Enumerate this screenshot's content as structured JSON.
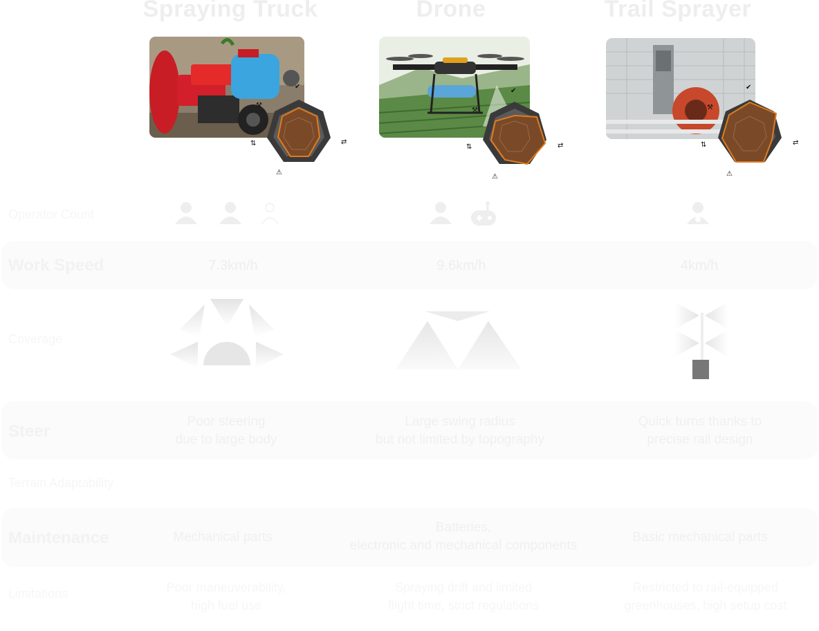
{
  "columns": [
    {
      "title": "Spraying Truck",
      "photo_icon": "spraying-truck-photo",
      "work_speed": "7.3km/h",
      "steer": [
        "Poor steering",
        "due to large body"
      ],
      "maintenance": [
        "Mechanical parts"
      ],
      "last_row": [
        "Poor maneuverability,",
        "high fuel use"
      ]
    },
    {
      "title": "Drone",
      "photo_icon": "drone-photo",
      "work_speed": "9.6km/h",
      "steer": [
        "Large swing radius",
        "but not limited by topography"
      ],
      "maintenance": [
        "Batteries,",
        "electronic and mechanical components"
      ],
      "last_row": [
        "Spraying drift and limited",
        "flight time, strict regulations"
      ]
    },
    {
      "title": "Trail Sprayer",
      "photo_icon": "trail-sprayer-photo",
      "work_speed": "4km/h",
      "steer": [
        "Quick turns thanks to",
        "precise rail design"
      ],
      "maintenance": [
        "Basic mechanical parts"
      ],
      "last_row": [
        "Restricted to rail-equipped",
        "greenhouses, high setup cost"
      ]
    }
  ],
  "rows": {
    "operators": {
      "label": "Operator Count"
    },
    "work_speed": {
      "label": "Work Speed"
    },
    "coverage": {
      "label": "Coverage"
    },
    "steer": {
      "label": "Steer"
    },
    "mobility": {
      "label": "Terrain Adaptability"
    },
    "maintenance": {
      "label": "Maintenance"
    },
    "drawbacks": {
      "label": "Limitations"
    }
  },
  "radar_icons": [
    "check-icon",
    "wrench-icon",
    "swap-arrows-icon",
    "warning-icon",
    "zigzag-arrows-icon"
  ],
  "colors": {
    "radar_dark": "#3a3a3a",
    "radar_fill": "#7a4a28",
    "radar_accent": "#e07b20",
    "band": "#fbfbfb",
    "faint_text": "#eeeeee"
  }
}
